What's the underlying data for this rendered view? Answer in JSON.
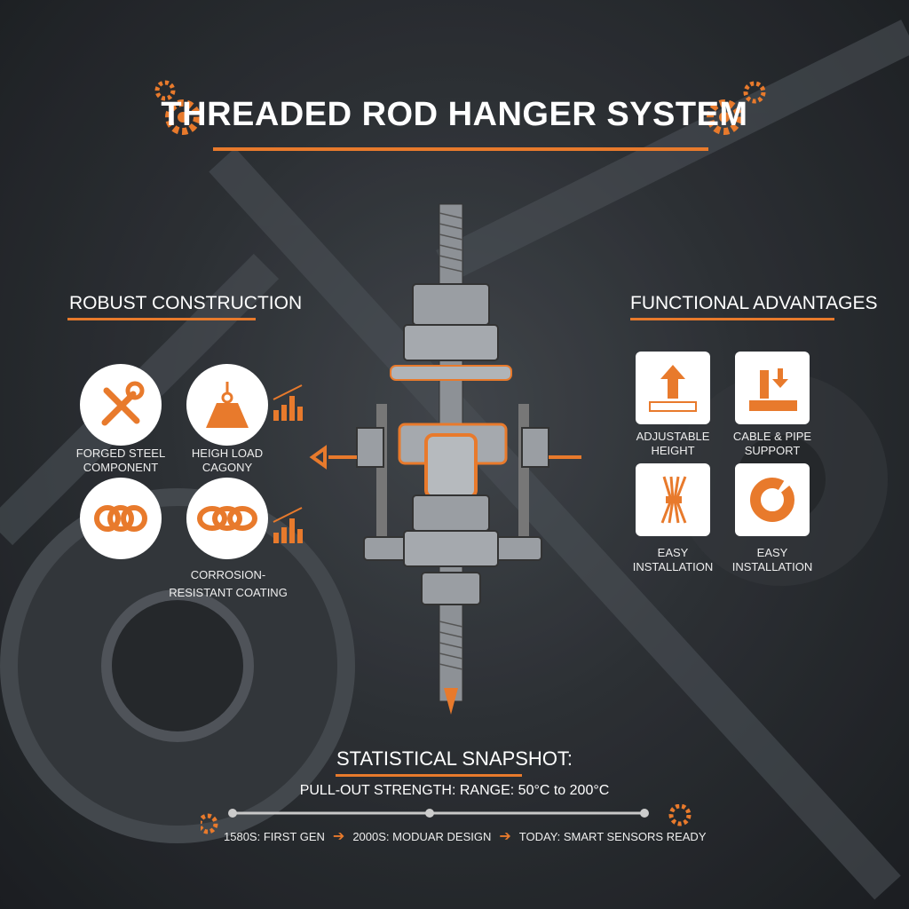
{
  "title": "THREADED ROD HANGER SYSTEM",
  "accent": "#e87a2c",
  "left": {
    "heading": "ROBUST CONSTRUCTION",
    "items": [
      {
        "label": "FORGED STEEL COMPONENT",
        "icon": "wrench-screwdriver-icon"
      },
      {
        "label": "HEIGH LOAD CAGONY",
        "icon": "weight-icon"
      },
      {
        "label": "",
        "icon": "chain-links-icon"
      },
      {
        "label": "CORROSION-RESISTANT COATING",
        "icon": "chain-links-icon"
      }
    ]
  },
  "right": {
    "heading": "FUNCTIONAL ADVANTAGES",
    "items": [
      {
        "label": "ADJUSTABLE HEIGHT",
        "icon": "arrow-up-ruler-icon"
      },
      {
        "label": "CABLE & PIPE SUPPORT",
        "icon": "arrow-down-ruler-icon"
      },
      {
        "label": "EASY INSTALLATION",
        "icon": "cable-bundle-icon"
      },
      {
        "label": "EASY INSTALLATION",
        "icon": "donut-chart-icon"
      }
    ]
  },
  "snapshot": {
    "heading": "STATISTICAL SNAPSHOT:",
    "subtitle": "PULL-OUT STRENGTH: RANGE: 50°C to 200°C",
    "timeline": [
      "1580S: FIRST GEN",
      "2000S: MODUAR DESIGN",
      "TODAY: SMART SENSORS READY"
    ]
  }
}
